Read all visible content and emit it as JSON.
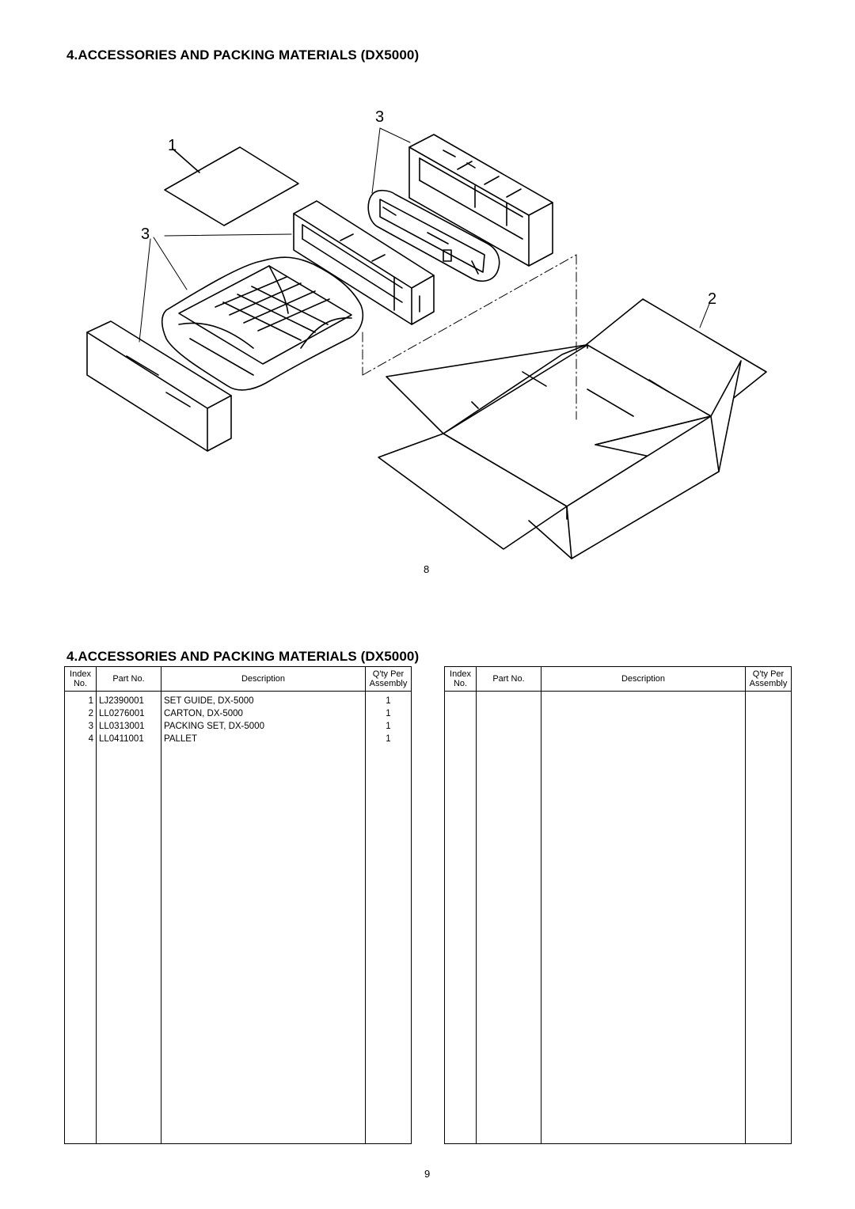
{
  "top_page": {
    "title": "4.ACCESSORIES AND PACKING MATERIALS (DX5000)",
    "page_number": "8",
    "callouts": [
      "1",
      "3",
      "3",
      "2"
    ]
  },
  "bottom_page": {
    "title": "4.ACCESSORIES AND PACKING MATERIALS (DX5000)",
    "page_number": "9",
    "table_headers": {
      "index_line1": "Index",
      "index_line2": "No.",
      "part_no": "Part No.",
      "description": "Description",
      "qty_line1": "Q'ty Per",
      "qty_line2": "Assembly"
    },
    "parts": [
      {
        "index": "1",
        "part_no": "LJ2390001",
        "description": "SET GUIDE, DX-5000",
        "qty": "1"
      },
      {
        "index": "2",
        "part_no": "LL0276001",
        "description": "CARTON, DX-5000",
        "qty": "1"
      },
      {
        "index": "3",
        "part_no": "LL0313001",
        "description": "PACKING SET, DX-5000",
        "qty": "1"
      },
      {
        "index": "4",
        "part_no": "LL0411001",
        "description": "PALLET",
        "qty": "1"
      }
    ]
  }
}
